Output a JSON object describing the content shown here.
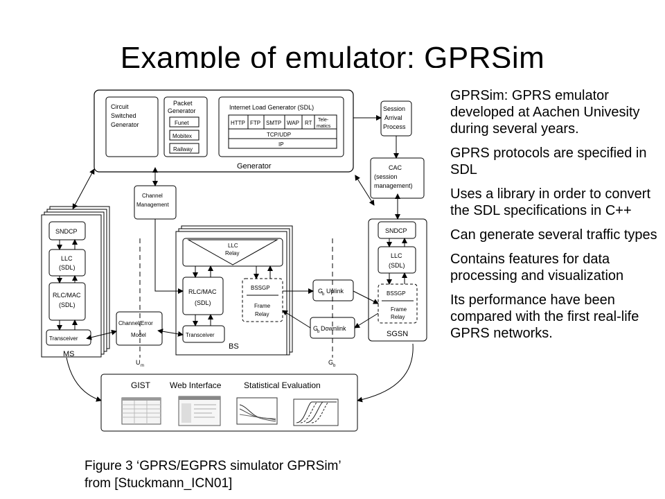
{
  "slide": {
    "title": "Example of emulator: GPRSim",
    "bullets": [
      "GPRSim: GPRS emulator developed at Aachen Univesity during several years.",
      "GPRS protocols are specified in SDL",
      "Uses a library in order to convert the SDL specifications in C++",
      "Can generate several traffic types",
      "Contains features for data processing and visualization",
      "Its performance have been compared with the first real-life GPRS networks."
    ],
    "caption": "Figure 3 ‘GPRS/EGPRS simulator GPRSim’ from [Stuckmann_ICN01]"
  },
  "diagram": {
    "generator": {
      "label": "Generator",
      "circuit": [
        "Circuit",
        "Switched",
        "Generator"
      ],
      "packet": [
        "Packet",
        "Generator"
      ],
      "packet_items": [
        "Funet",
        "Mobitex",
        "Railway"
      ],
      "internet": "Internet Load Generator (SDL)",
      "protocols": [
        "HTTP",
        "FTP",
        "SMTP",
        "WAP",
        "RT"
      ],
      "telematics": [
        "Tele-",
        "matics"
      ],
      "tcp": "TCP/UDP",
      "ip": "IP"
    },
    "session": [
      "Session",
      "Arrival",
      "Process"
    ],
    "cac": [
      "CAC",
      "(session",
      "management)"
    ],
    "channel_mgmt": [
      "Channel",
      "Management"
    ],
    "ms": {
      "label": "MS",
      "sndcp": "SNDCP",
      "llc": [
        "LLC",
        "(SDL)"
      ],
      "rlc": [
        "RLC/MAC",
        "(SDL)"
      ],
      "trx": "Transceiver"
    },
    "channel_error": [
      "Channel/Error",
      "Model"
    ],
    "bs": {
      "label": "BS",
      "llc_relay": [
        "LLC",
        "Relay"
      ],
      "rlc": [
        "RLC/MAC",
        "(SDL)"
      ],
      "bssgp": "BSSGP",
      "frame_relay": [
        "Frame",
        "Relay"
      ],
      "trx": "Transceiver"
    },
    "gb_uplink": "Uplink",
    "gb_downlink": "Downlink",
    "gb_letter": "G",
    "gb_sub": "b",
    "sgsn": {
      "label": "SGSN",
      "sndcp": "SNDCP",
      "llc": [
        "LLC",
        "(SDL)"
      ],
      "bssgp": "BSSGP",
      "frame_relay": [
        "Frame",
        "Relay"
      ]
    },
    "um": {
      "letter": "U",
      "sub": "m"
    },
    "gb_iface": {
      "letter": "G",
      "sub": "b"
    },
    "bottom": {
      "gist": "GIST",
      "web": "Web Interface",
      "stats": "Statistical Evaluation"
    }
  }
}
